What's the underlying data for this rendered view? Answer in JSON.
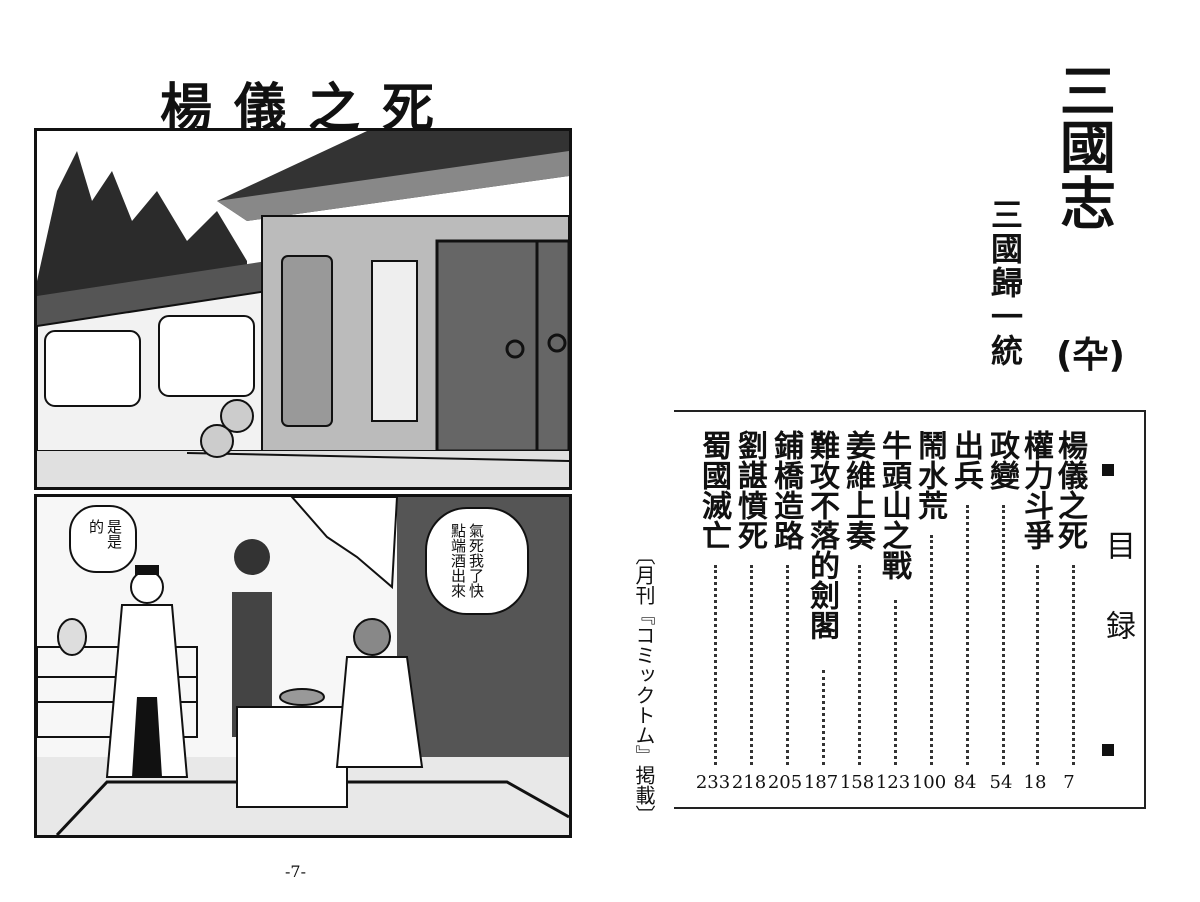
{
  "left_page": {
    "chapter_title": "楊儀之死",
    "speech": {
      "attendant": "是是的",
      "official": "氣死我了快點端酒出來"
    },
    "page_number": "-7-"
  },
  "right_page": {
    "book_title": "三國志",
    "volume": "(卆)",
    "subtitle": "三國歸一統",
    "toc_heading": "目録",
    "toc": [
      {
        "title": "楊儀之死",
        "page": "7"
      },
      {
        "title": "權力斗爭",
        "page": "18"
      },
      {
        "title": "政變",
        "page": "54"
      },
      {
        "title": "出兵",
        "page": "84"
      },
      {
        "title": "鬧水荒",
        "page": "100"
      },
      {
        "title": "牛頭山之戰",
        "page": "123"
      },
      {
        "title": "姜維上奏",
        "page": "158"
      },
      {
        "title": "難攻不落的劍閣",
        "page": "187"
      },
      {
        "title": "鋪橋造路",
        "page": "205"
      },
      {
        "title": "劉諶憤死",
        "page": "218"
      },
      {
        "title": "蜀國滅亡",
        "page": "233"
      }
    ],
    "publication_note": "〔月刊『コミックトム』掲載〕"
  }
}
